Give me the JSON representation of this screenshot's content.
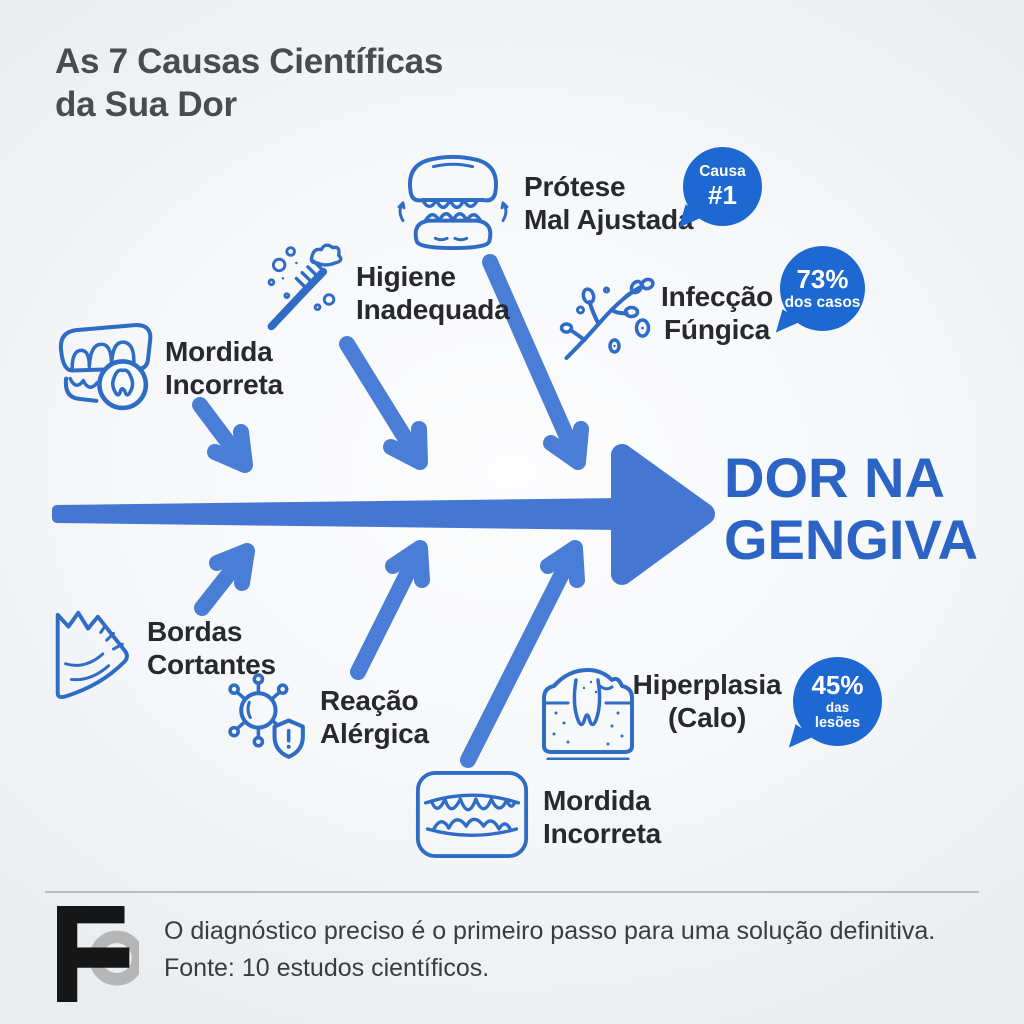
{
  "title": {
    "line1": "As 7 Causas Científicas",
    "line2": "da Sua Dor"
  },
  "result": {
    "line1": "DOR NA",
    "line2": "GENGIVA"
  },
  "labels": {
    "protese": {
      "line1": "Prótese",
      "line2": "Mal Ajustada"
    },
    "higiene": {
      "line1": "Higiene",
      "line2": "Inadequada"
    },
    "infeccao": {
      "line1": "Infecção",
      "line2": "Fúngica"
    },
    "mordida_top": {
      "line1": "Mordida",
      "line2": "Incorreta"
    },
    "bordas": {
      "line1": "Bordas",
      "line2": "Cortantes"
    },
    "reacao": {
      "line1": "Reação",
      "line2": "Alérgica"
    },
    "hiperplasia": {
      "line1": "Hiperplasia",
      "line2": "(Calo)"
    },
    "mordida_bottom": {
      "line1": "Mordida",
      "line2": "Incorreta"
    }
  },
  "badges": {
    "causa1": {
      "line1": "Causa",
      "line2": "#1"
    },
    "casos": {
      "line1": "73%",
      "line2": "dos casos"
    },
    "lesoes": {
      "line1": "45%",
      "line2": "das",
      "line3": "lesões"
    }
  },
  "footer": {
    "line1": "O diagnóstico preciso é o primeiro passo para uma solução definitiva.",
    "line2": "Fonte: 10 estudos científicos."
  },
  "icons": {
    "protese": "denture-icon",
    "higiene": "toothbrush-icon",
    "infeccao": "fungus-icon",
    "mordida_top": "misaligned-teeth-icon",
    "bordas": "broken-tooth-icon",
    "reacao": "allergen-shield-icon",
    "hiperplasia": "gum-cross-section-icon",
    "mordida_bottom": "dentures-icon",
    "logo": "fo-logo"
  },
  "colors": {
    "accent_text": "#2b64c4",
    "arrow": "#4a7dd5",
    "badge": "#1e68d2",
    "icon_stroke": "#2e6cc6",
    "title_text": "#4a4b4d",
    "label_text": "#28292b",
    "footer_text": "#3a3c3f",
    "background_edge": "#e9edf0"
  }
}
